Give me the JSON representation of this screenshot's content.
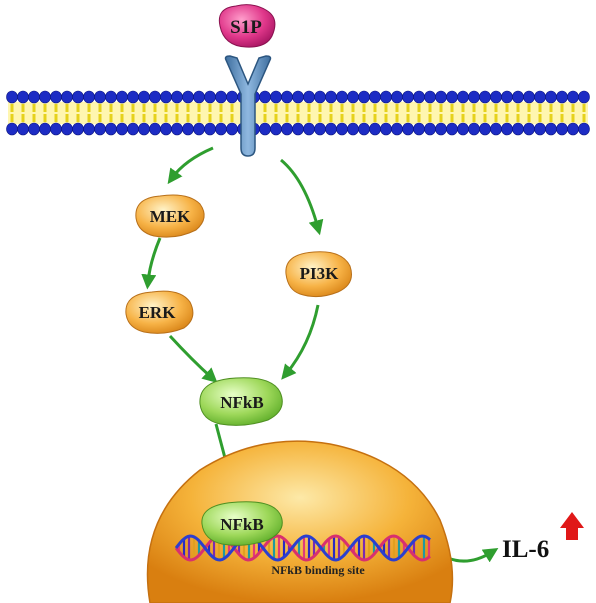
{
  "nodes": {
    "ligand": "S1P",
    "mek": "MEK",
    "erk": "ERK",
    "pi3k": "PI3K",
    "nfkb_cytoplasm": "NFkB",
    "nfkb_nucleus": "NFkB"
  },
  "dna_label": "NFkB binding site",
  "output_label": "IL-6",
  "colors": {
    "membrane_head": "#1d2cc4",
    "membrane_tail": "#e6d21c",
    "receptor": "#5f8fc0",
    "ligand": "#d92b7e",
    "kinase": "#f2a23a",
    "nfkb": "#8fd24a",
    "nucleus": "#f0a020",
    "arrow": "#2f9e2f",
    "up_arrow": "#e01818"
  },
  "icons": {
    "receptor": "y-shaped-receptor-icon",
    "membrane": "lipid-bilayer-icon",
    "dna": "dna-helix-icon",
    "increase": "red-up-arrow-icon"
  }
}
